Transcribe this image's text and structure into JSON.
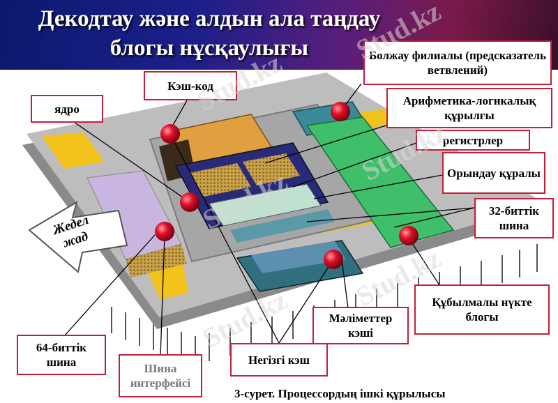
{
  "title": "Декодтау және алдын ала таңдау блогы нұсқаулығы",
  "caption": "3-сурет. Процессордың ішкі құрылысы",
  "watermark": "Stud.kz",
  "labels": {
    "branch_predictor": "Болжау филиалы (предсказатель ветвлений)",
    "code_cache": "Кэш-код",
    "core": "ядро",
    "alu": "Арифметика-логикалық құрылғы",
    "registers": "регистрлер",
    "execution_units": "Орындау құралы",
    "bus_32": "32-биттік шина",
    "ram": "Жедел жад",
    "fpu": "Құбылмалы нүкте блогы",
    "data_cache": "Мәліметтер кэші",
    "bus_64": "64-биттік шина",
    "bus_interface": "Шина интерфейсі",
    "main_cache": "Негізгі кэш"
  },
  "colors": {
    "frame": "#c41e3a",
    "marker": "#e0102a"
  }
}
